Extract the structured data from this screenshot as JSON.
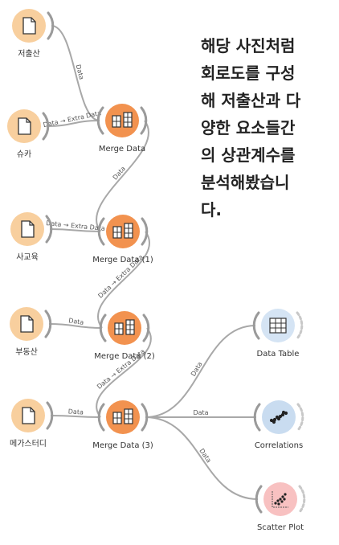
{
  "note": "해당 사진처럼\n회로도를 구성\n해 저출산과 다\n양한 요소들간\n의 상관계수를\n분석해봤습니\n다.",
  "nodes": [
    {
      "id": "file-1",
      "kind": "file",
      "label": "저출산"
    },
    {
      "id": "file-2",
      "kind": "file",
      "label": "슈카"
    },
    {
      "id": "file-3",
      "kind": "file",
      "label": "사교육"
    },
    {
      "id": "file-4",
      "kind": "file",
      "label": "부동산"
    },
    {
      "id": "file-5",
      "kind": "file",
      "label": "메가스터디"
    },
    {
      "id": "merge-1",
      "kind": "merge",
      "label": "Merge Data"
    },
    {
      "id": "merge-2",
      "kind": "merge",
      "label": "Merge Data (1)"
    },
    {
      "id": "merge-3",
      "kind": "merge",
      "label": "Merge Data (2)"
    },
    {
      "id": "merge-4",
      "kind": "merge",
      "label": "Merge Data (3)"
    },
    {
      "id": "table",
      "kind": "table",
      "label": "Data Table"
    },
    {
      "id": "corr",
      "kind": "corr",
      "label": "Correlations"
    },
    {
      "id": "scatter",
      "kind": "scatter",
      "label": "Scatter Plot"
    }
  ],
  "edges": [
    {
      "from": "file-1",
      "to": "merge-1",
      "label": "Data"
    },
    {
      "from": "file-2",
      "to": "merge-1",
      "label": "Data → Extra Data"
    },
    {
      "from": "merge-1",
      "to": "merge-2",
      "label": "Data"
    },
    {
      "from": "file-3",
      "to": "merge-2",
      "label": "Data → Extra Data"
    },
    {
      "from": "merge-2",
      "to": "merge-3",
      "label": "Data → Extra Data"
    },
    {
      "from": "file-4",
      "to": "merge-3",
      "label": "Data"
    },
    {
      "from": "merge-3",
      "to": "merge-4",
      "label": "Data → Extra Data"
    },
    {
      "from": "file-5",
      "to": "merge-4",
      "label": "Data"
    },
    {
      "from": "merge-4",
      "to": "table",
      "label": "Data"
    },
    {
      "from": "merge-4",
      "to": "corr",
      "label": "Data"
    },
    {
      "from": "merge-4",
      "to": "scatter",
      "label": "Data"
    }
  ],
  "colors": {
    "file": "#f8cf9e",
    "merge": "#f2924f",
    "table": "#d5e4f4",
    "corr": "#c9dcf0",
    "scatter": "#f8c1c1",
    "edge": "#a8a8a8",
    "bracket": "#9a9a9a",
    "text": "#333333"
  }
}
